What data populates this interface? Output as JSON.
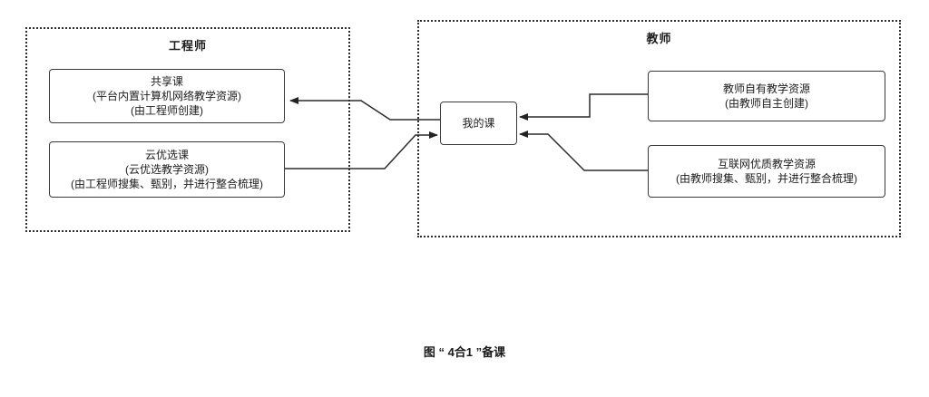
{
  "diagram": {
    "engineer_group": {
      "title": "工程师",
      "shared_course": {
        "line1": "共享课",
        "line2": "(平台内置计算机网络教学资源)",
        "line3": "(由工程师创建)"
      },
      "cloud_course": {
        "line1": "云优选课",
        "line2": "(云优选教学资源)",
        "line3": "(由工程师搜集、甄别，并进行整合梳理)"
      }
    },
    "teacher_group": {
      "title": "教师",
      "my_course": "我的课",
      "teacher_own": {
        "line1": "教师自有教学资源",
        "line2": "(由教师自主创建)"
      },
      "internet_resource": {
        "line1": "互联网优质教学资源",
        "line2": "(由教师搜集、甄别，并进行整合梳理)"
      }
    },
    "caption": "图 “ 4合1 ”备课"
  }
}
